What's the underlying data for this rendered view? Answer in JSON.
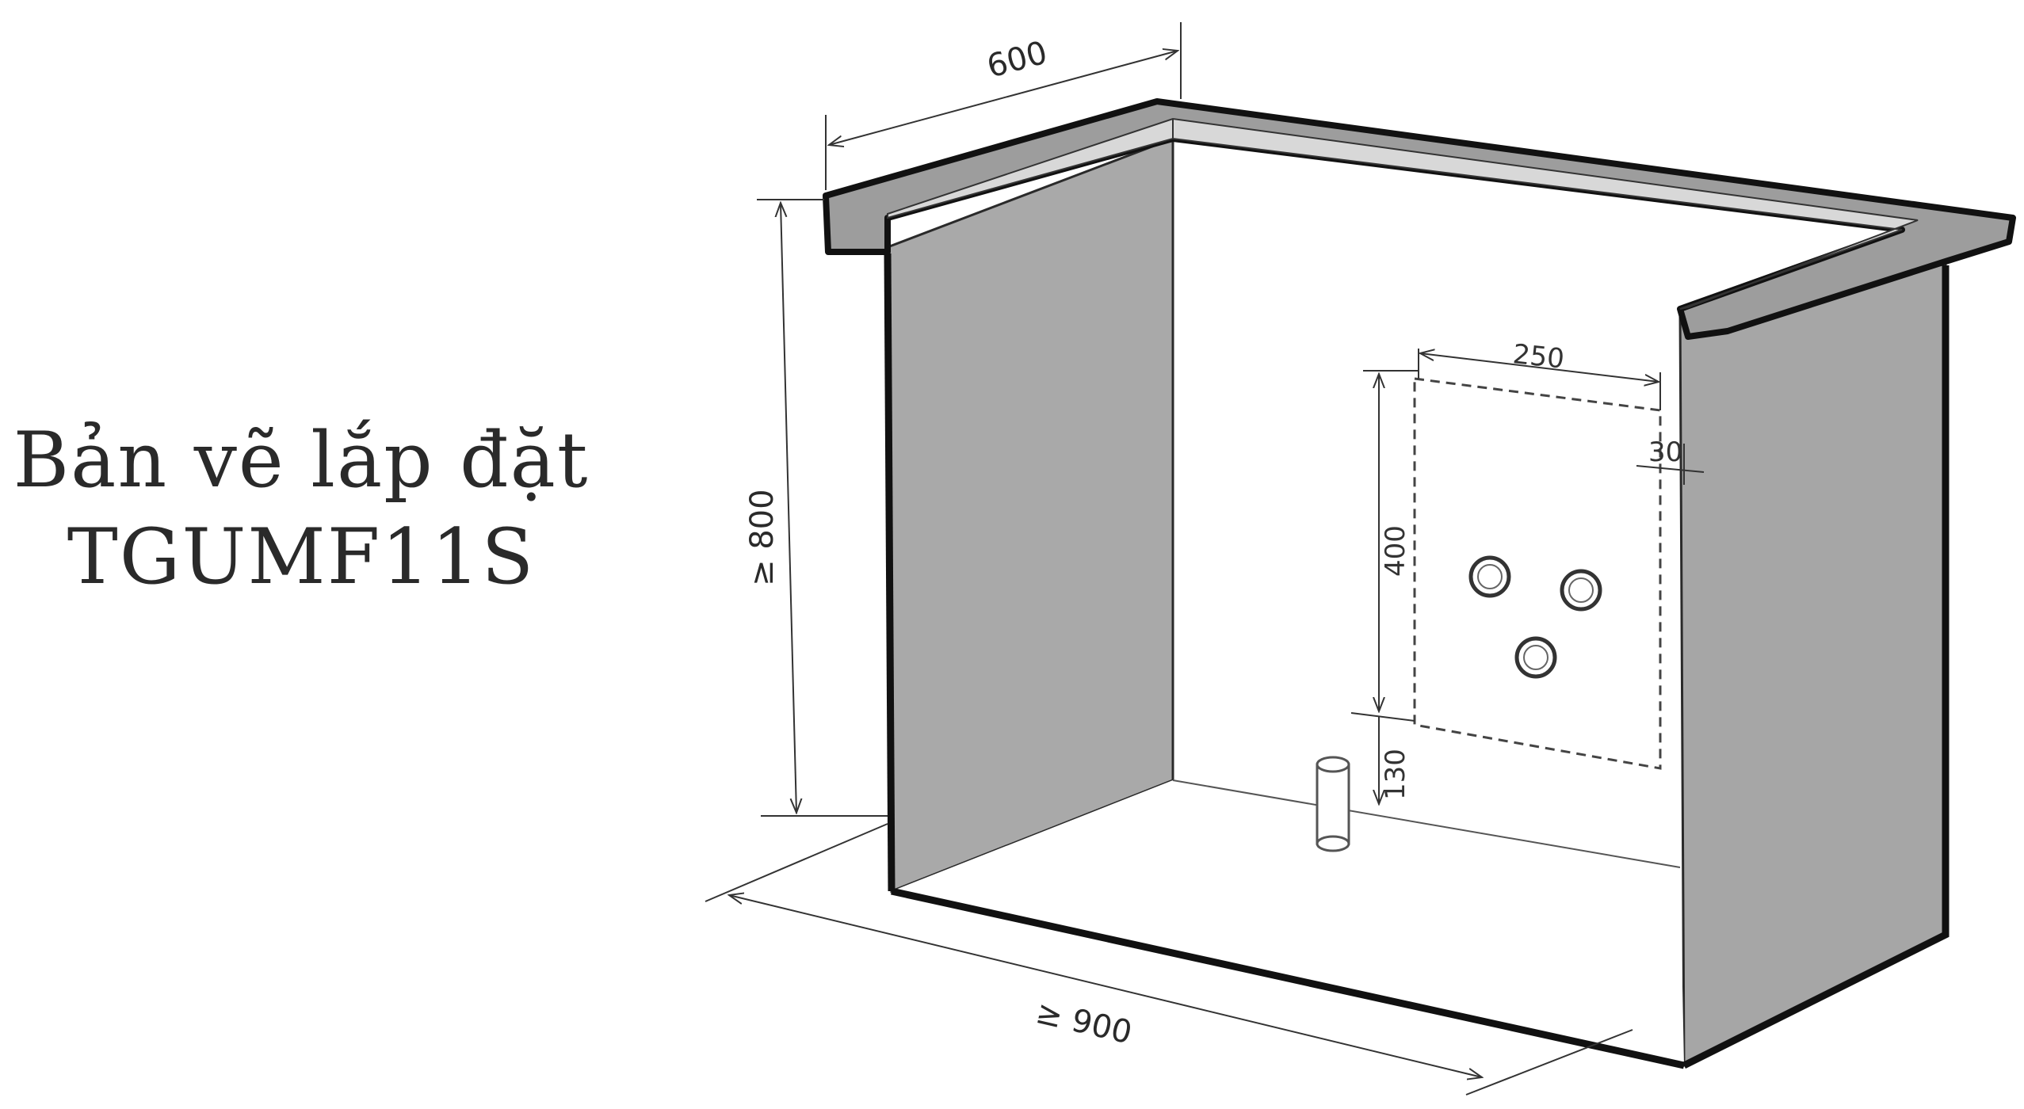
{
  "title": {
    "line1": "Bản vẽ lắp đặt",
    "line2": "TGUMF11S"
  },
  "dimensions": {
    "depth": "600",
    "height": "≥ 800",
    "width": "≥ 900",
    "cutout_width": "250",
    "cutout_height": "400",
    "cutout_side_offset": "30",
    "cutout_bottom_offset": "130"
  }
}
